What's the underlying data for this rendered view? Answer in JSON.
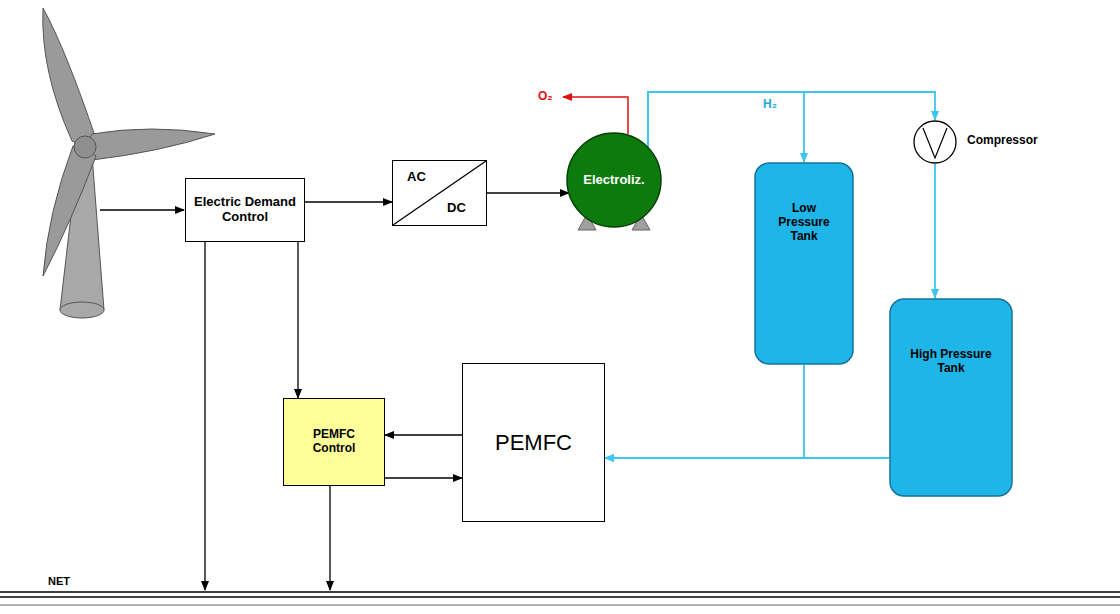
{
  "diagram": {
    "nodes": [
      {
        "text": [
          "Electric Demand Control"
        ]
      },
      {
        "text": [
          "AC",
          "DC"
        ]
      },
      {
        "text": [
          "Electroliz."
        ]
      },
      {
        "text": [
          "Low Pressure Tank"
        ]
      },
      {
        "text": [
          "Compressor"
        ]
      },
      {
        "text": [
          "High Pressure Tank"
        ]
      },
      {
        "text": [
          "PEMFC Control"
        ]
      },
      {
        "text": [
          "PEMFC"
        ]
      }
    ],
    "edges": [
      {
        "from": 0,
        "to": 1,
        "arrow": "to"
      },
      {
        "from": 1,
        "to": 2,
        "arrow": "to"
      },
      {
        "from": 2,
        "to": 3,
        "arrow": "to"
      },
      {
        "from": 2,
        "to": 4,
        "arrow": "to"
      },
      {
        "from": 4,
        "to": 5,
        "arrow": "to"
      },
      {
        "from": 0,
        "to": 6,
        "arrow": "to"
      },
      {
        "from": 7,
        "to": 6,
        "arrow": "to"
      },
      {
        "from": 6,
        "to": 7,
        "arrow": "to"
      },
      {
        "from": 3,
        "to": 7,
        "arrow": "to"
      },
      {
        "from": 5,
        "to": 7,
        "arrow": "to"
      }
    ],
    "labels": [
      "O₂",
      "H₂",
      "NET"
    ]
  }
}
